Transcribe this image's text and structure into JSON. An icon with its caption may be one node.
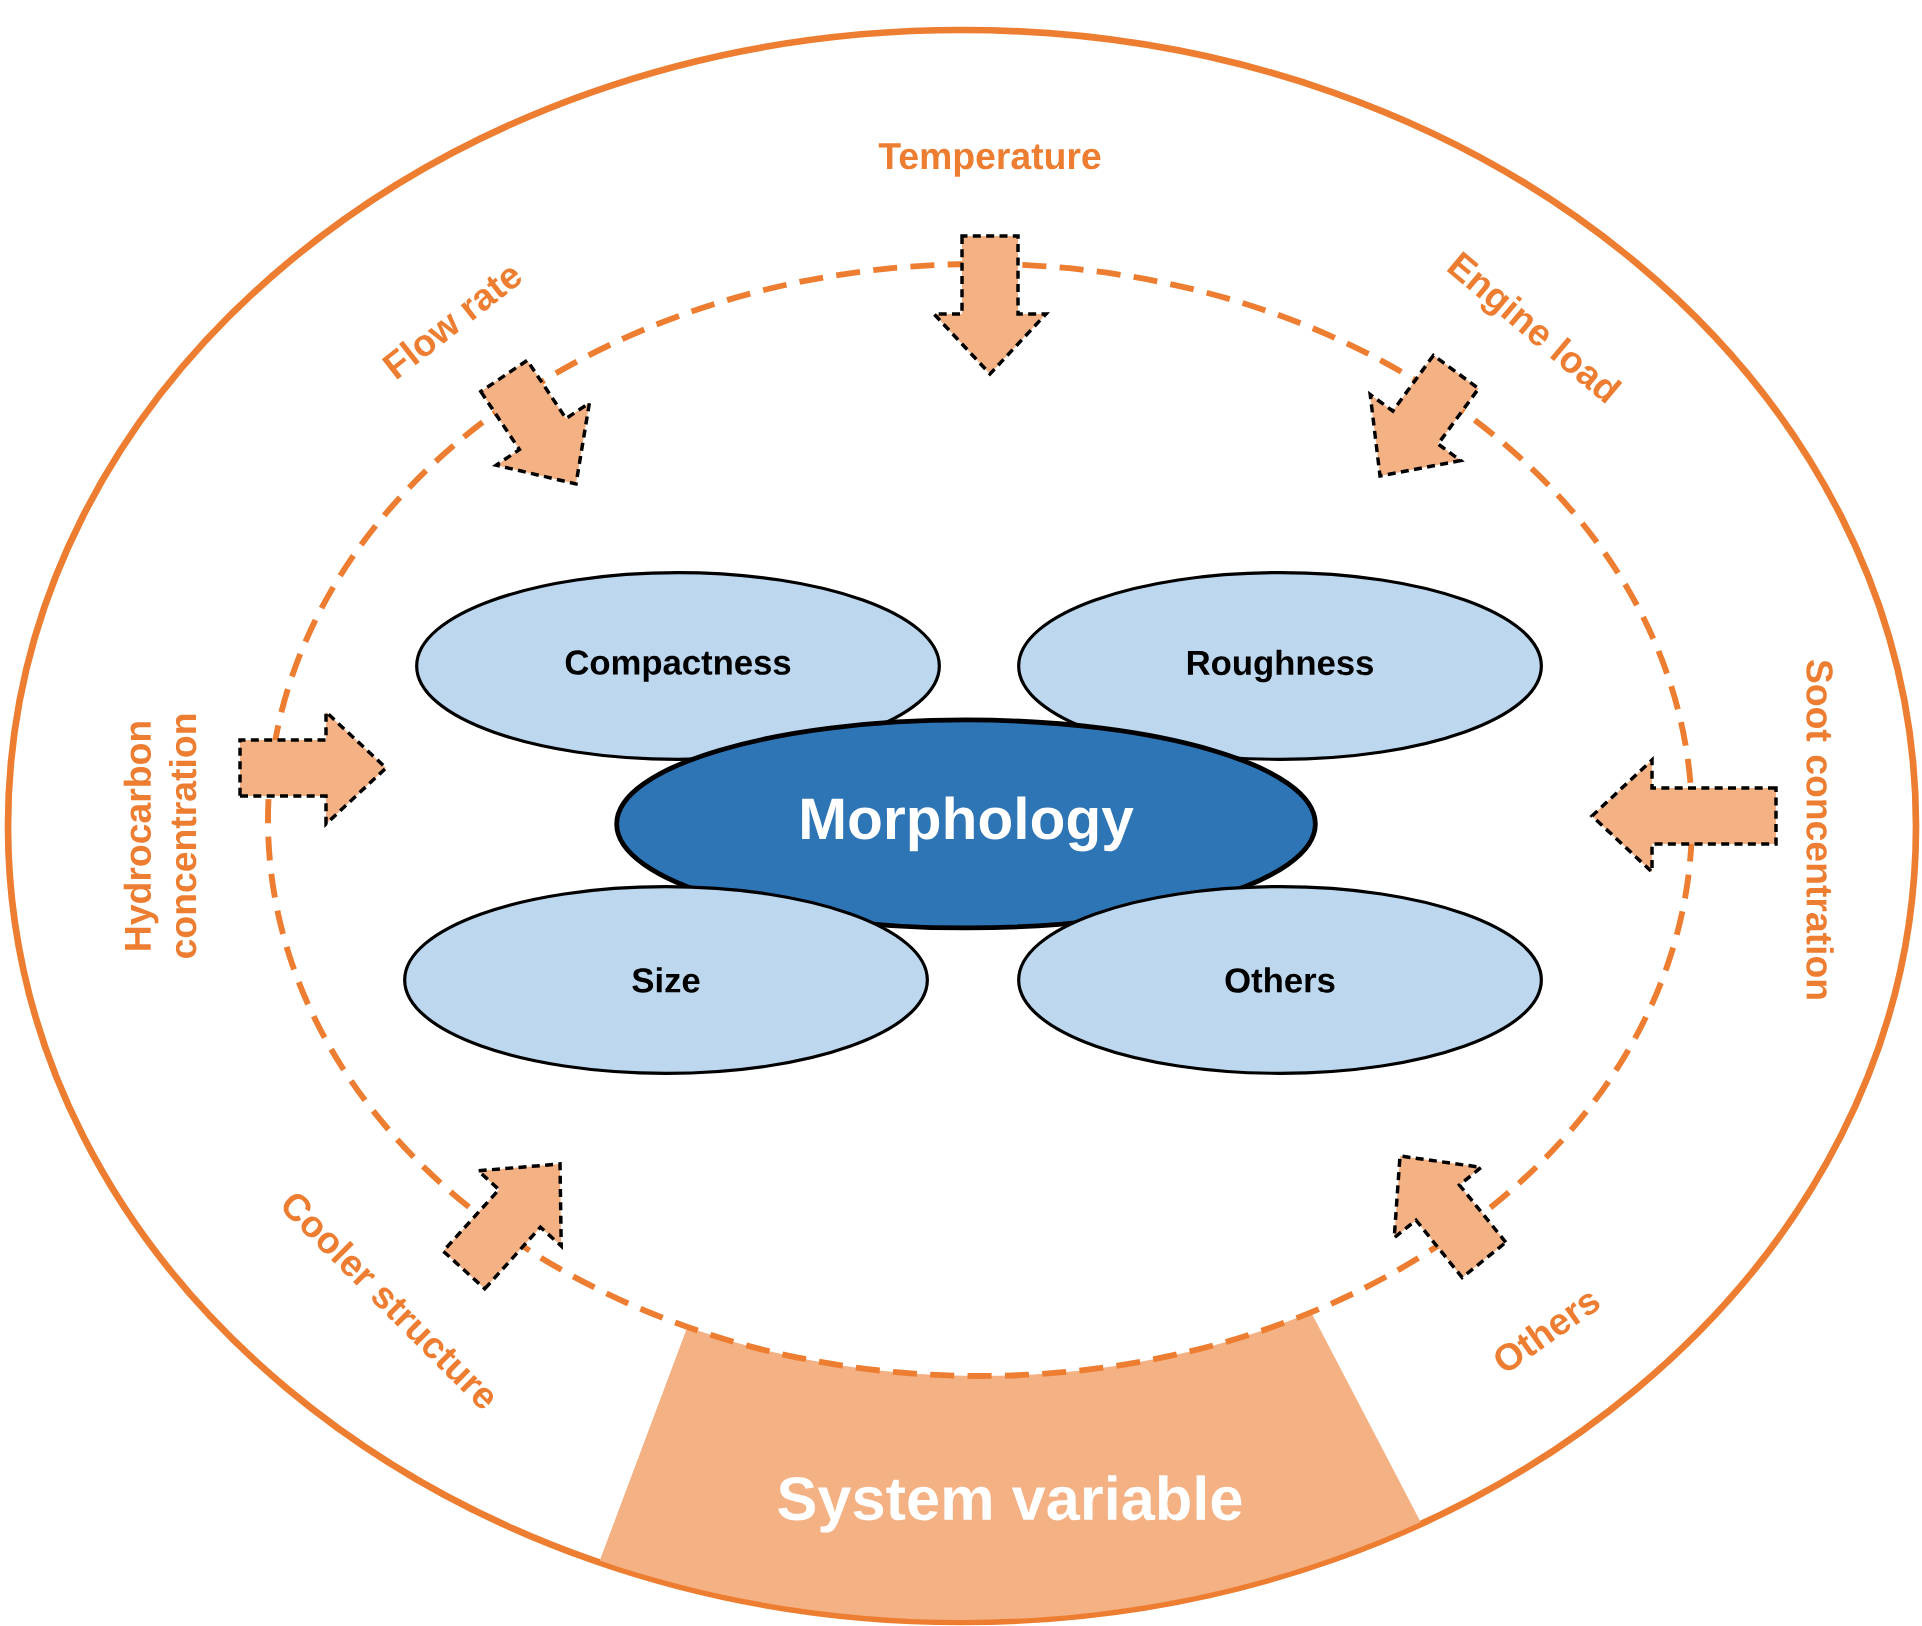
{
  "diagram": {
    "nodes": [
      {
        "text": [
          "Temperature"
        ]
      },
      {
        "text": [
          "Flow rate"
        ]
      },
      {
        "text": [
          "Engine load"
        ]
      },
      {
        "text": [
          "Hydrocarbon concentration"
        ]
      },
      {
        "text": [
          "Soot concentration"
        ]
      },
      {
        "text": [
          "Cooler structure"
        ]
      },
      {
        "text": [
          "Others"
        ]
      },
      {
        "text": [
          "Compactness"
        ]
      },
      {
        "text": [
          "Roughness"
        ]
      },
      {
        "text": [
          "Morphology"
        ]
      },
      {
        "text": [
          "Size"
        ]
      },
      {
        "text": [
          "Others"
        ]
      },
      {
        "text": [
          "System variable"
        ]
      }
    ],
    "edges": [
      {
        "from": 0,
        "to": null,
        "arrow": "to",
        "style": "dashed"
      },
      {
        "from": 1,
        "to": null,
        "arrow": "to",
        "style": "dashed"
      },
      {
        "from": 2,
        "to": null,
        "arrow": "to",
        "style": "dashed"
      },
      {
        "from": 3,
        "to": null,
        "arrow": "to",
        "style": "dashed"
      },
      {
        "from": 4,
        "to": null,
        "arrow": "to",
        "style": "dashed"
      },
      {
        "from": 5,
        "to": null,
        "arrow": "to",
        "style": "dashed"
      },
      {
        "from": 6,
        "to": null,
        "arrow": "to",
        "style": "dashed"
      }
    ]
  }
}
